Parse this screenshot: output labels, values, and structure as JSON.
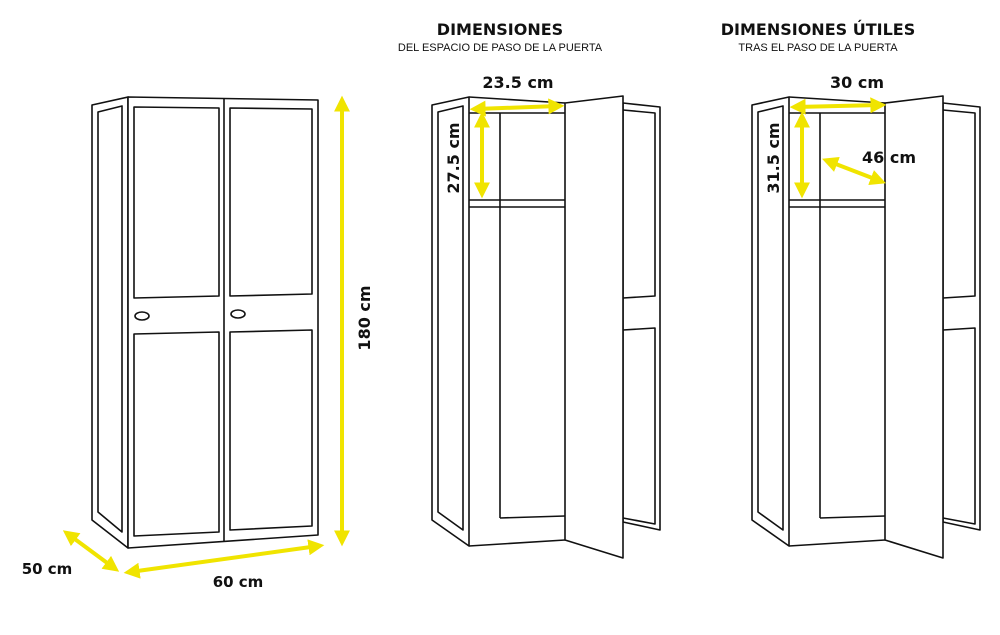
{
  "sections": [
    {
      "title": "DIMENSIONES",
      "subtitle": "DEL ESPACIO DE PASO DE LA PUERTA",
      "width": "23.5 cm",
      "height": "27.5 cm"
    },
    {
      "title": "DIMENSIONES ÚTILES",
      "subtitle": "TRAS EL PASO DE LA PUERTA",
      "width": "30 cm",
      "height": "31.5 cm",
      "depth": "46 cm"
    }
  ],
  "overall": {
    "height": "180 cm",
    "width": "60 cm",
    "depth": "50 cm"
  },
  "colors": {
    "arrow": "#f0e400",
    "line": "#111111"
  }
}
